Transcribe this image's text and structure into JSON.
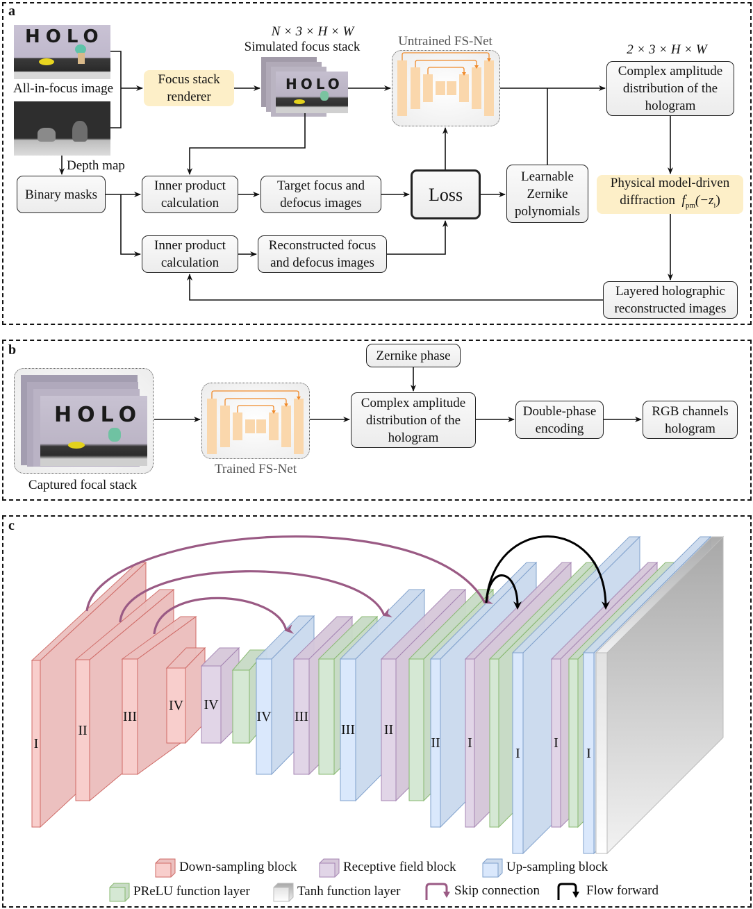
{
  "panels": {
    "a": {
      "label": "a",
      "all_in_focus_caption": "All-in-focus image",
      "depth_map_caption": "Depth map",
      "photo_text": "HOLO",
      "focus_stack_renderer": "Focus stack\nrenderer",
      "stack_dims": "N × 3 × H × W",
      "stack_caption": "Simulated focus stack",
      "untrained_net": "Untrained FS-Net",
      "output_dims": "2 × 3 × H × W",
      "complex_amplitude": "Complex amplitude\ndistribution of the\nhologram",
      "binary_masks": "Binary masks",
      "inner_product_1": "Inner product\ncalculation",
      "target_images": "Target focus and\ndefocus images",
      "loss": "Loss",
      "zernike_poly": "Learnable\nZernike\npolynomials",
      "physical_model_line1": "Physical model-driven",
      "physical_model_line2": "diffraction",
      "physical_model_formula": "f",
      "physical_model_sub": "pm",
      "physical_model_arg": "(−z",
      "physical_model_arg_sub": "i",
      "physical_model_close": ")",
      "inner_product_2": "Inner product\ncalculation",
      "reconstructed_images": "Reconstructed focus\nand defocus images",
      "layered_images": "Layered holographic\nreconstructed images"
    },
    "b": {
      "label": "b",
      "captured_stack": "Captured focal stack",
      "trained_net": "Trained FS-Net",
      "zernike_phase": "Zernike phase",
      "complex_amplitude": "Complex amplitude\ndistribution of the\nhologram",
      "double_phase": "Double-phase\nencoding",
      "rgb_hologram": "RGB channels\nhologram",
      "photo_text": "HOLO"
    },
    "c": {
      "label": "c",
      "blocks": [
        {
          "type": "down",
          "label": "I"
        },
        {
          "type": "down",
          "label": "II"
        },
        {
          "type": "down",
          "label": "III"
        },
        {
          "type": "down",
          "label": "IV"
        },
        {
          "type": "receptive",
          "label": "IV"
        },
        {
          "type": "prelu",
          "label": ""
        },
        {
          "type": "up",
          "label": "IV"
        },
        {
          "type": "receptive",
          "label": "III"
        },
        {
          "type": "prelu",
          "label": ""
        },
        {
          "type": "up",
          "label": "III"
        },
        {
          "type": "receptive",
          "label": "II"
        },
        {
          "type": "prelu",
          "label": ""
        },
        {
          "type": "up",
          "label": "II"
        },
        {
          "type": "receptive",
          "label": "I"
        },
        {
          "type": "prelu",
          "label": ""
        },
        {
          "type": "up",
          "label": "I"
        },
        {
          "type": "receptive",
          "label": "I"
        },
        {
          "type": "prelu",
          "label": ""
        },
        {
          "type": "up",
          "label": "I"
        },
        {
          "type": "tanh",
          "label": ""
        }
      ],
      "legend": [
        {
          "type": "down",
          "label": "Down-sampling block"
        },
        {
          "type": "receptive",
          "label": "Receptive field block"
        },
        {
          "type": "up",
          "label": "Up-sampling block"
        },
        {
          "type": "prelu",
          "label": "PReLU function layer"
        },
        {
          "type": "tanh",
          "label": "Tanh function layer"
        },
        {
          "type": "skip",
          "label": "Skip connection"
        },
        {
          "type": "flow",
          "label": "Flow forward"
        }
      ]
    }
  },
  "colors": {
    "down_front": "#f8cecc",
    "down_side": "#ecc0bf",
    "down_stroke": "#cf6a66",
    "receptive_front": "#e1d5e7",
    "receptive_side": "#d6c8da",
    "receptive_stroke": "#a585b3",
    "up_front": "#dae8fc",
    "up_side": "#ccdbee",
    "up_stroke": "#7fa0cc",
    "prelu_front": "#d5e8d4",
    "prelu_side": "#c8dbc6",
    "prelu_stroke": "#87b86f",
    "tanh_front": "#f5f5f5",
    "tanh_side": "#c8c8c8",
    "tanh_stroke": "#bbbbbb",
    "skip": "#9a5a84",
    "flow": "#000000",
    "unet_orange": "#fad7ac",
    "unet_arrow": "#f08a2a",
    "yellow_box": "#fdefc8"
  }
}
